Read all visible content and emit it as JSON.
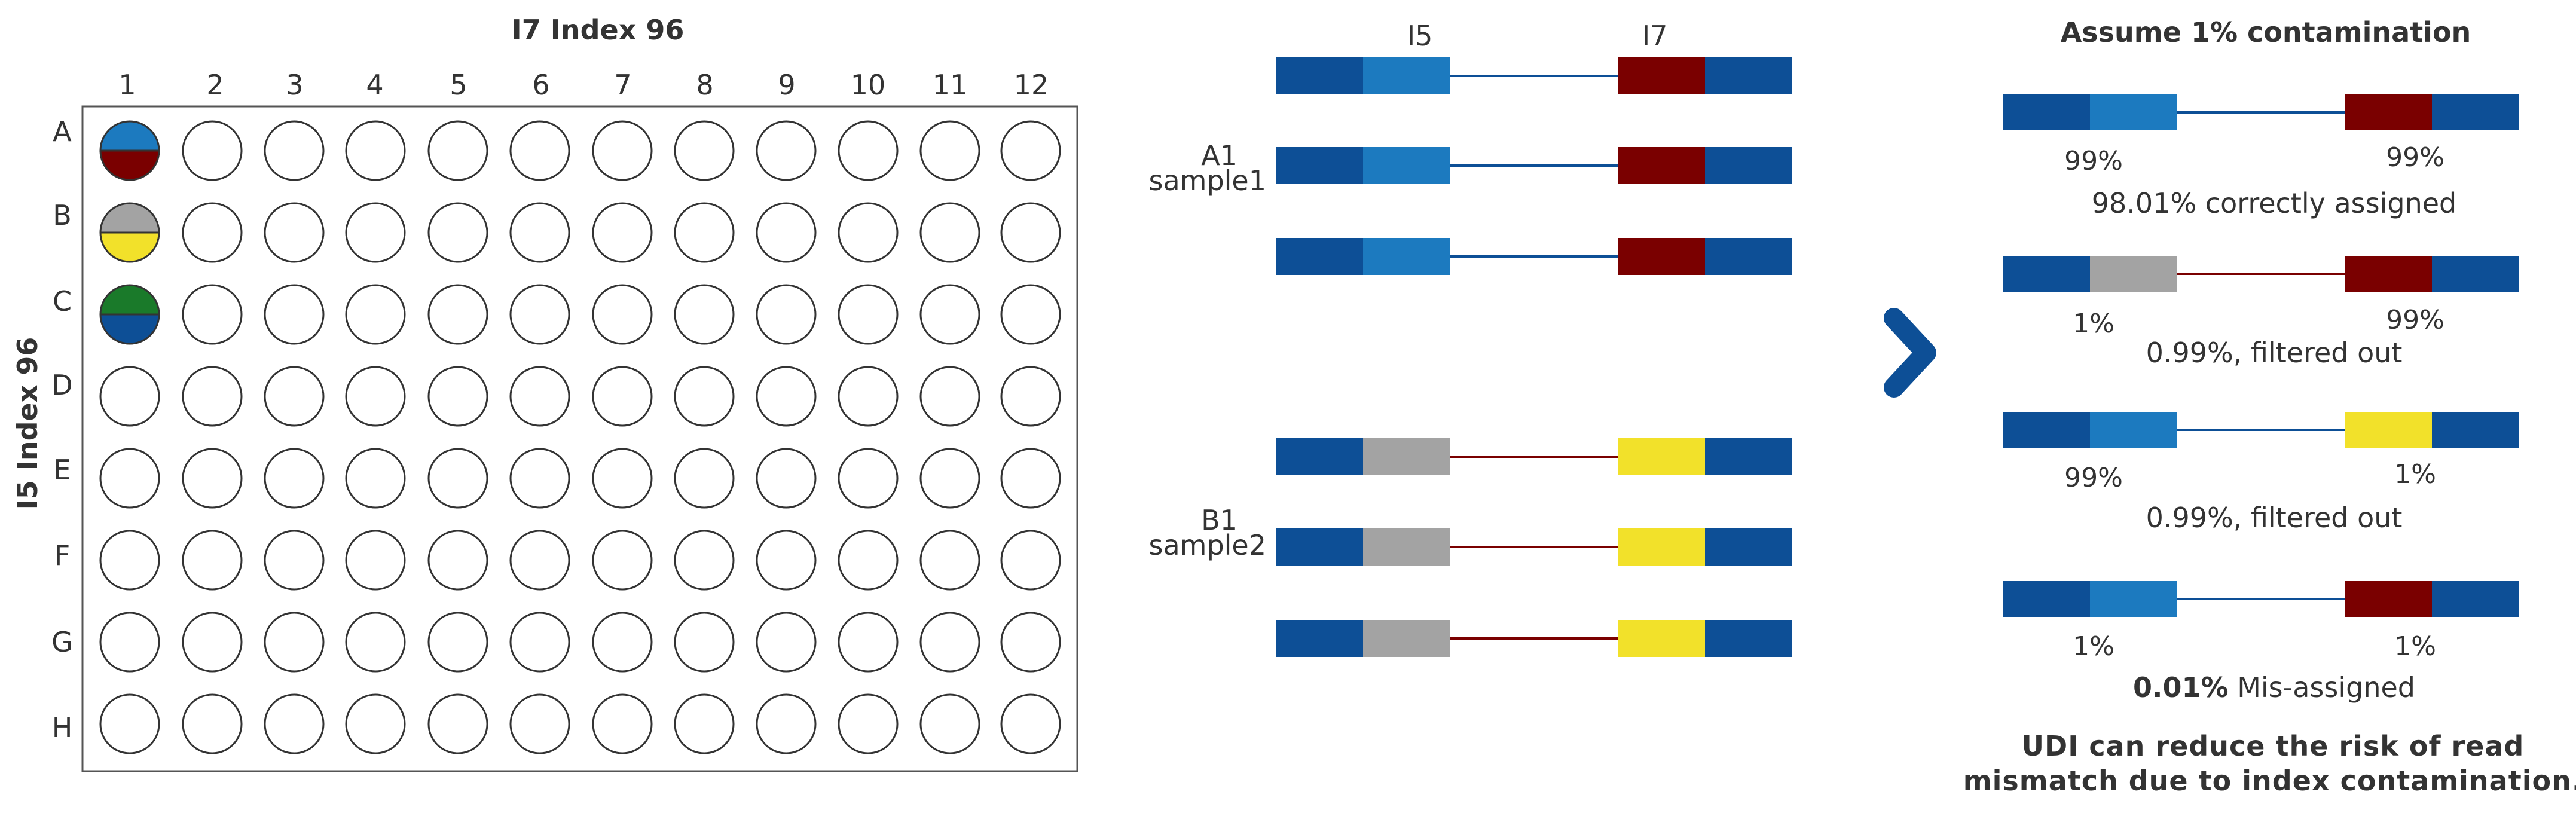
{
  "plate": {
    "x_axis_title": "I7 Index 96",
    "y_axis_title": "I5 Index 96",
    "columns": [
      "1",
      "2",
      "3",
      "4",
      "5",
      "6",
      "7",
      "8",
      "9",
      "10",
      "11",
      "12"
    ],
    "rows": [
      "A",
      "B",
      "C",
      "D",
      "E",
      "F",
      "G",
      "H"
    ],
    "filled_wells": [
      {
        "row": "A",
        "col": "1",
        "top_color": "#1c7abf",
        "bottom_color": "#7a0000"
      },
      {
        "row": "B",
        "col": "1",
        "top_color": "#a3a3a3",
        "bottom_color": "#f2e12a"
      },
      {
        "row": "C",
        "col": "1",
        "top_color": "#1a7a2a",
        "bottom_color": "#0d4f96"
      }
    ]
  },
  "middle": {
    "header_i5": "I5",
    "header_i7": "I7",
    "groups": [
      {
        "well": "A1",
        "sample": "sample1",
        "i5_color": "#1c7abf",
        "i7_color": "#7a0000",
        "link_color": "#0d4f96"
      },
      {
        "well": "B1",
        "sample": "sample2",
        "i5_color": "#a3a3a3",
        "i7_color": "#f2e12a",
        "link_color": "#7a0000"
      }
    ]
  },
  "right": {
    "title": "Assume 1% contamination",
    "cases": [
      {
        "i5_color": "#1c7abf",
        "i7_color": "#7a0000",
        "link_color": "#0d4f96",
        "left_pct": "99%",
        "right_pct": "99%",
        "caption_bold": "",
        "caption": "98.01% correctly assigned"
      },
      {
        "i5_color": "#a3a3a3",
        "i7_color": "#7a0000",
        "link_color": "#7a0000",
        "left_pct": "1%",
        "right_pct": "99%",
        "caption_bold": "",
        "caption": "0.99%, filtered out"
      },
      {
        "i5_color": "#1c7abf",
        "i7_color": "#f2e12a",
        "link_color": "#0d4f96",
        "left_pct": "99%",
        "right_pct": "1%",
        "caption_bold": "",
        "caption": "0.99%, filtered out"
      },
      {
        "i5_color": "#1c7abf",
        "i7_color": "#7a0000",
        "link_color": "#0d4f96",
        "left_pct": "1%",
        "right_pct": "1%",
        "caption_bold": "0.01%",
        "caption": " Mis-assigned"
      }
    ],
    "conclusion_line1": "UDI can reduce the risk of read",
    "conclusion_line2": "mismatch due to index contamination."
  },
  "colors": {
    "adapter": "#0d4f96",
    "arrow": "#0d4f96",
    "text": "#333333",
    "outline": "#333333"
  },
  "icons": {
    "arrow": "chevron-right-icon"
  }
}
